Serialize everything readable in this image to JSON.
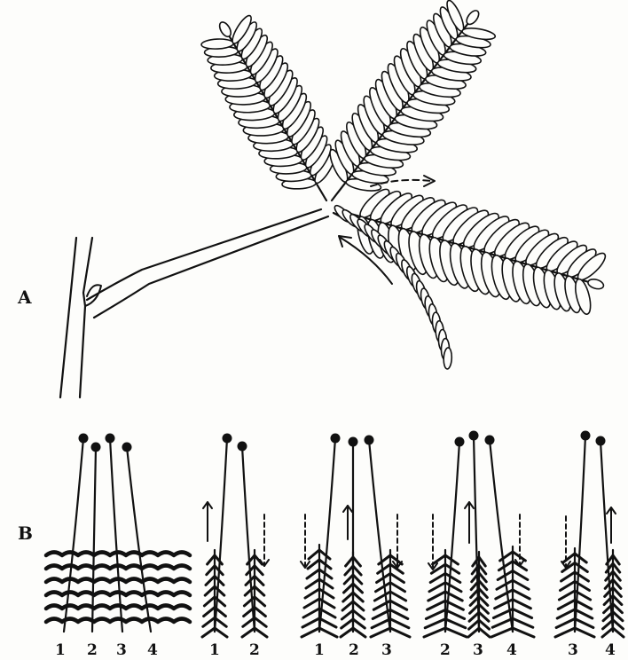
{
  "panels": [
    {
      "label": "A"
    },
    {
      "label": "B"
    }
  ],
  "group_labels": [
    [
      "1",
      "2",
      "3",
      "4"
    ],
    [
      "1",
      "2"
    ],
    [
      "1",
      "2",
      "3"
    ],
    [
      "2",
      "3",
      "4"
    ],
    [
      "3",
      "4"
    ]
  ]
}
